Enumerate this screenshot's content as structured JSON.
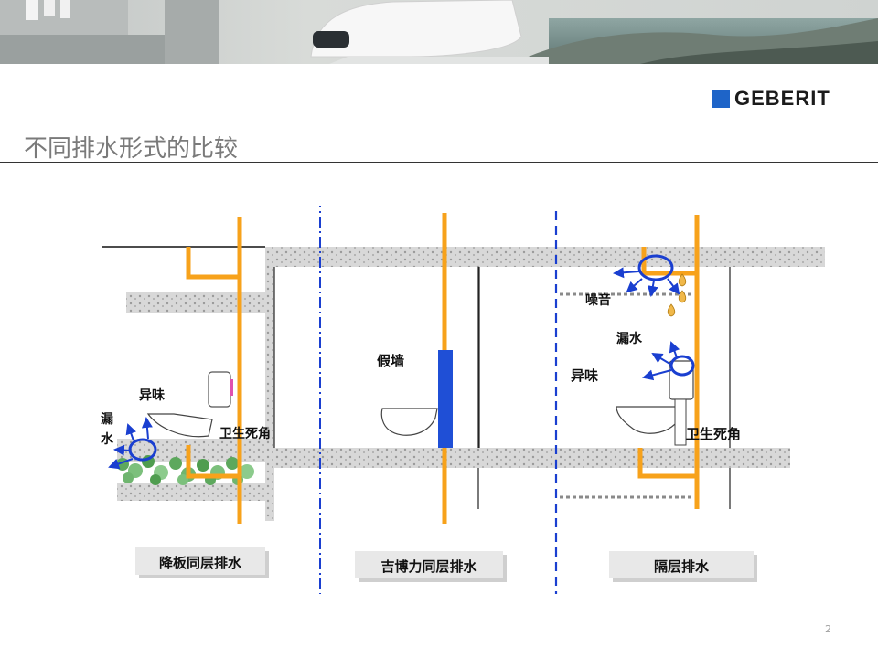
{
  "header": {
    "brand": "GEBERIT",
    "title": "不同排水形式的比较",
    "banner_icon": "toilet-photo-banner"
  },
  "diagram": {
    "panels": [
      {
        "caption": "降板同层排水",
        "labels": {
          "odor": "异味",
          "leak_1": "漏",
          "leak_2": "水",
          "dead_corner": "卫生死角"
        }
      },
      {
        "caption": "吉博力同层排水",
        "labels": {
          "false_wall": "假墙"
        }
      },
      {
        "caption": "隔层排水",
        "labels": {
          "noise": "噪音",
          "leak": "漏水",
          "odor": "异味",
          "dead_corner": "卫生死角"
        }
      }
    ]
  },
  "colors": {
    "pipe": "#f7a21b",
    "false_wall": "#1f4fd6",
    "indicator": "#1a3fd0",
    "brand_blue": "#1e64c8",
    "slab": "#d6d6d6"
  },
  "footer": {
    "page_number": "2"
  }
}
